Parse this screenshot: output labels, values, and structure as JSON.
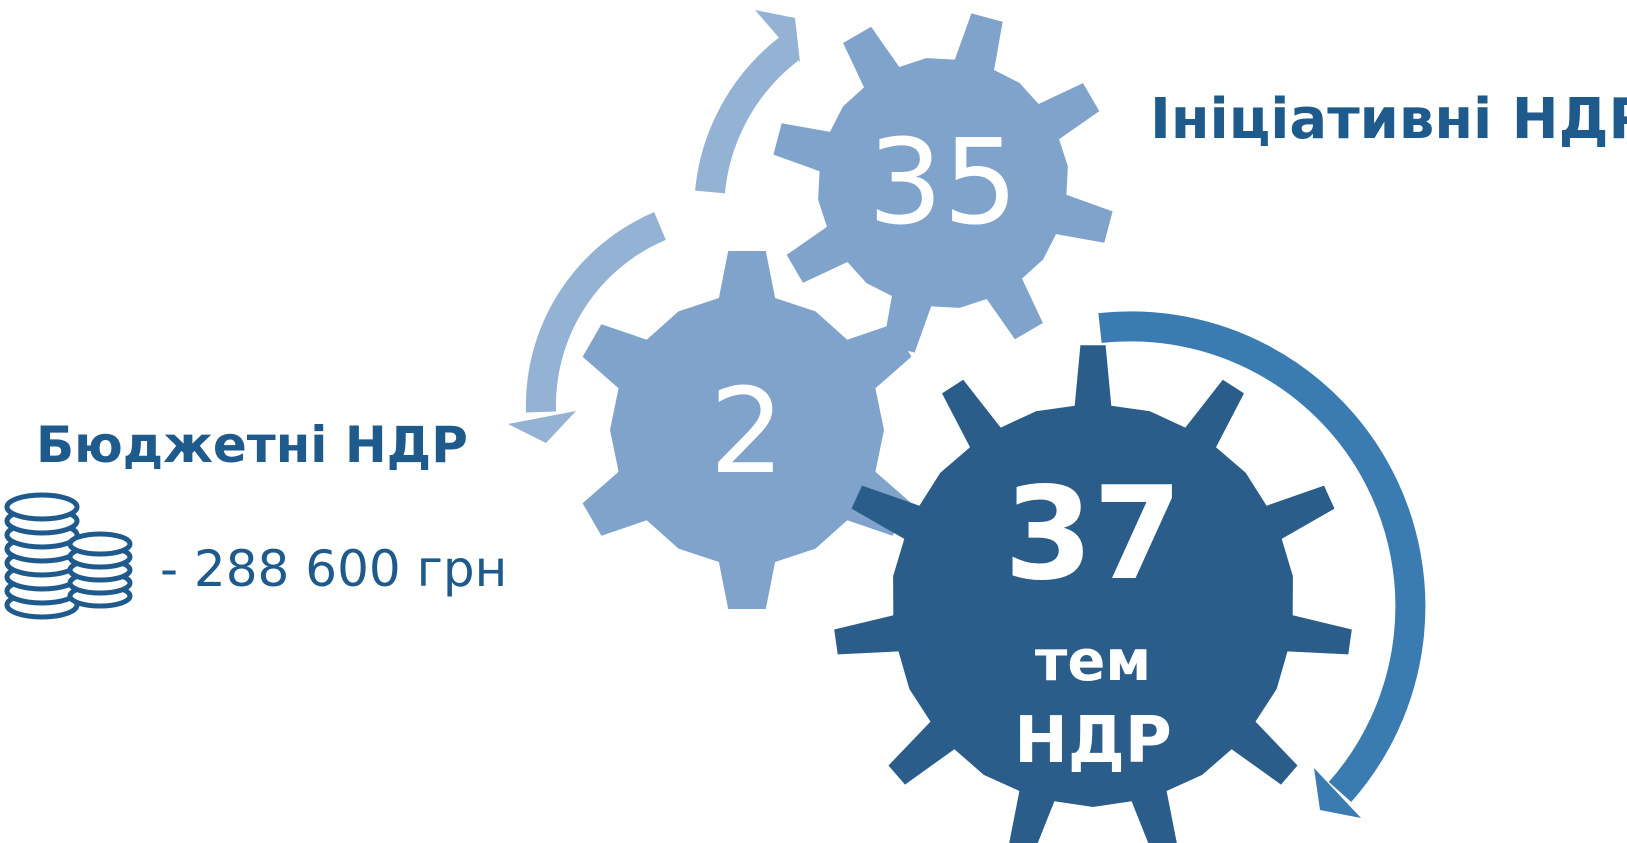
{
  "top_gear": {
    "value": "35"
  },
  "middle_gear": {
    "value": "2"
  },
  "bottom_gear": {
    "value": "37",
    "line1": "тем",
    "line2": "НДР"
  },
  "labels": {
    "initiative": "Ініціативні НДР",
    "budget": "Бюджетні НДР",
    "amount": "-  288 600 грн"
  },
  "icons": {
    "budget": "coin-stack-icon"
  },
  "colors": {
    "light_gear": "#80a3cb",
    "dark_gear": "#2a5d8a",
    "light_arrow": "#93b2d4",
    "dark_arrow": "#3a7bb2",
    "text_blue": "#1f5a8c"
  }
}
